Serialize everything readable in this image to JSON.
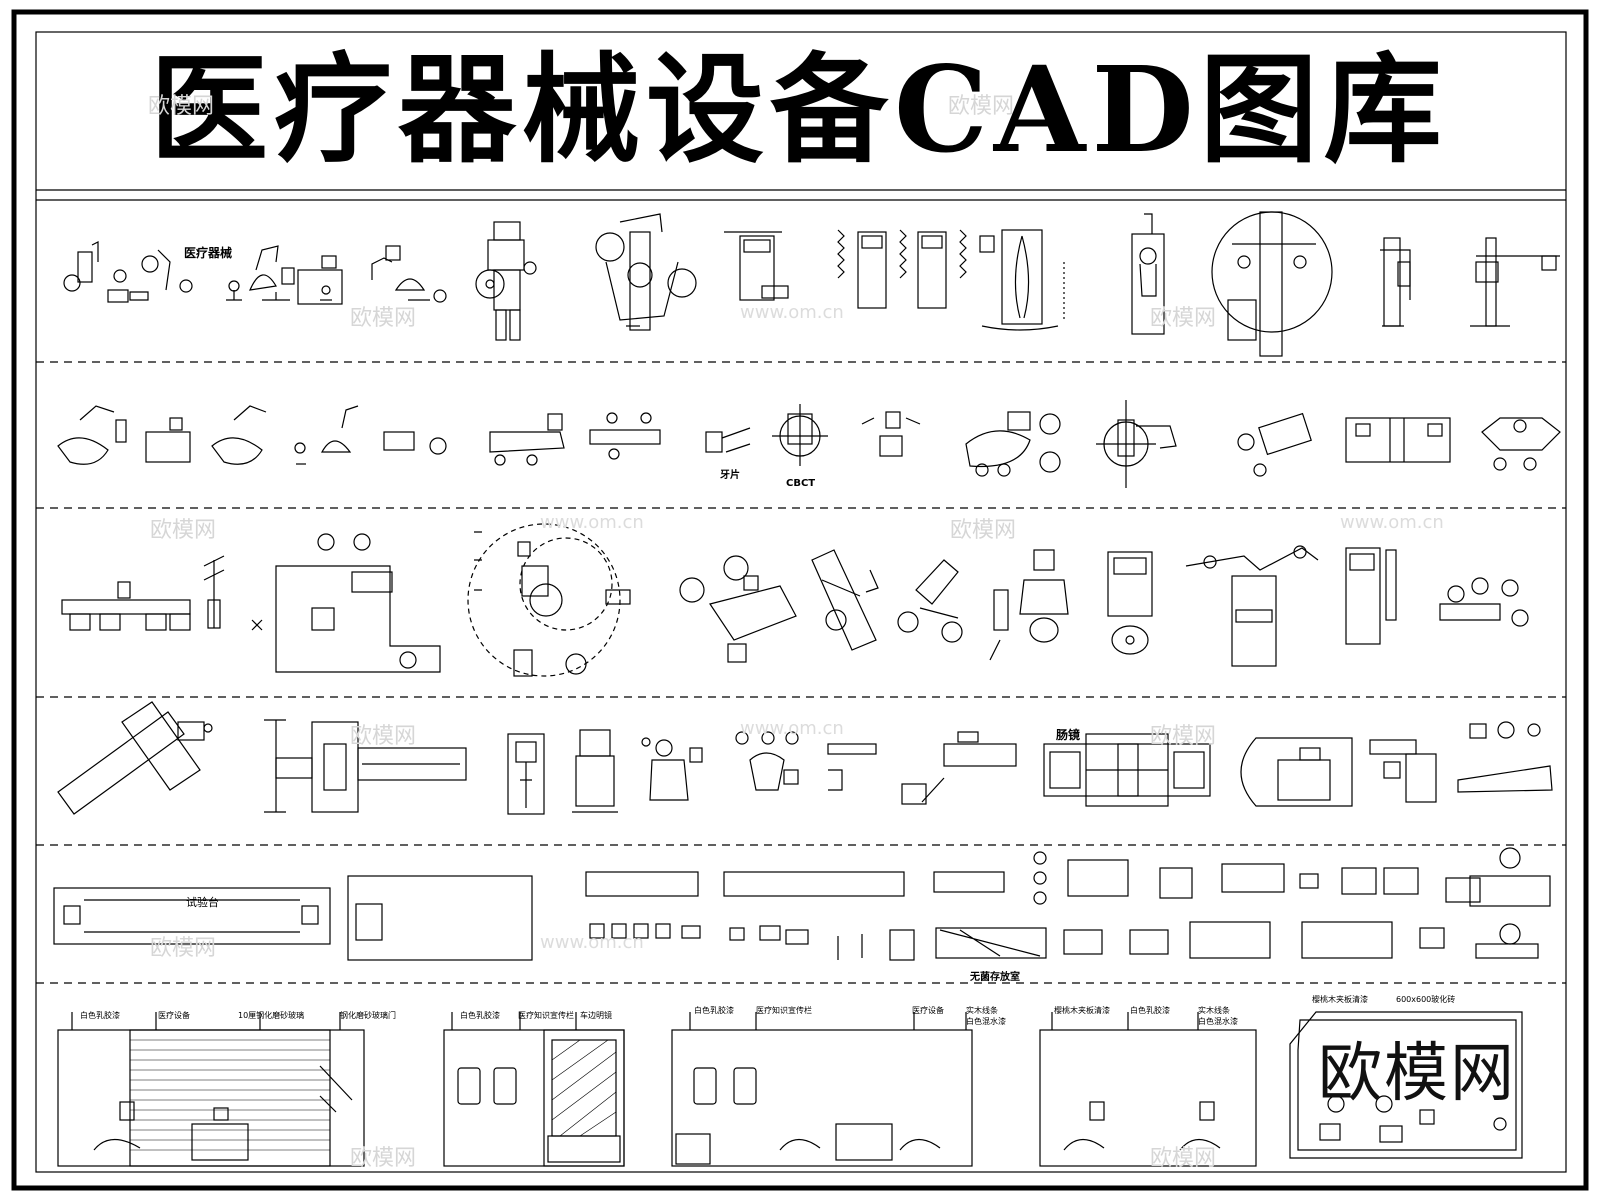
{
  "title": "医疗器械设备CAD图库",
  "labels": {
    "row1_category": "医疗器械",
    "dental_film": "牙片",
    "cbct": "CBCT",
    "endoscope": "肠镜",
    "test_bench": "试验台",
    "sterile_storage": "无菌存放室"
  },
  "elevations": {
    "e1": [
      "白色乳胶漆",
      "医疗设备",
      "10厘钢化磨砂玻璃",
      "钢化磨砂玻璃门"
    ],
    "e2": [
      "白色乳胶漆",
      "医疗知识宣传栏",
      "车边明镜"
    ],
    "e3": [
      "白色乳胶漆",
      "医疗知识宣传栏",
      "医疗设备",
      "实木线条",
      "白色混水漆"
    ],
    "e4": [
      "樱桃木夹板清漆",
      "白色乳胶漆",
      "实木线条",
      "白色混水漆"
    ],
    "e5": [
      "樱桃木夹板清漆",
      "600x600玻化砖"
    ]
  },
  "watermarks": {
    "brand": "欧模网",
    "url": "www.om.cn",
    "brand_big": "欧模网"
  }
}
